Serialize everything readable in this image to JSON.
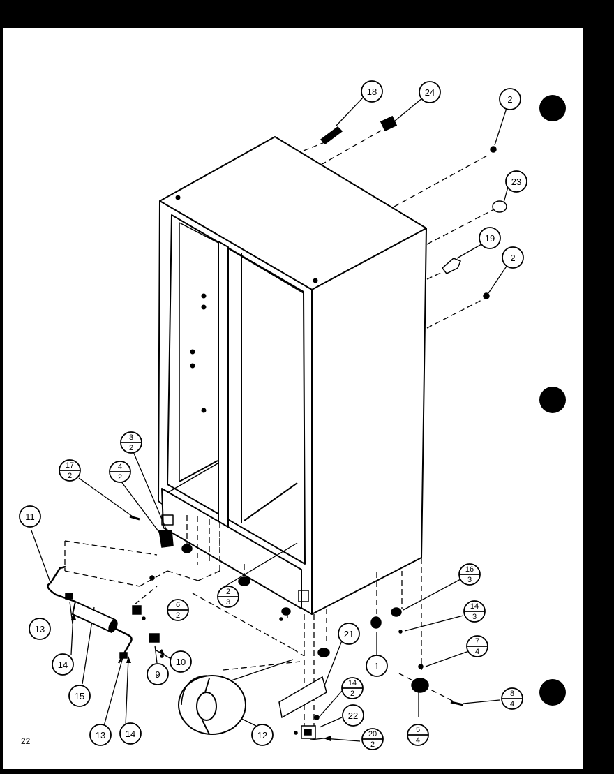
{
  "page_number": "22",
  "callouts": {
    "c18": "18",
    "c24": "24",
    "c2a": "2",
    "c23": "23",
    "c19": "19",
    "c2b": "2",
    "c3_2": {
      "top": "3",
      "bottom": "2"
    },
    "c17_2": {
      "top": "17",
      "bottom": "2"
    },
    "c4_2": {
      "top": "4",
      "bottom": "2"
    },
    "c11": "11",
    "c6_2": {
      "top": "6",
      "bottom": "2"
    },
    "c2_3": {
      "top": "2",
      "bottom": "3"
    },
    "c16_3": {
      "top": "16",
      "bottom": "3"
    },
    "c14_3": {
      "top": "14",
      "bottom": "3"
    },
    "c7_4": {
      "top": "7",
      "bottom": "4"
    },
    "c8_4": {
      "top": "8",
      "bottom": "4"
    },
    "c5_4": {
      "top": "5",
      "bottom": "4"
    },
    "c14_2": {
      "top": "14",
      "bottom": "2"
    },
    "c20_2": {
      "top": "20",
      "bottom": "2"
    },
    "c13a": "13",
    "c14a": "14",
    "c15": "15",
    "c13b": "13",
    "c14b": "14",
    "c9": "9",
    "c10": "10",
    "c12": "12",
    "c21": "21",
    "c22": "22",
    "c1": "1"
  },
  "colors": {
    "paper": "#ffffff",
    "ink": "#000000",
    "border": "#000000"
  }
}
